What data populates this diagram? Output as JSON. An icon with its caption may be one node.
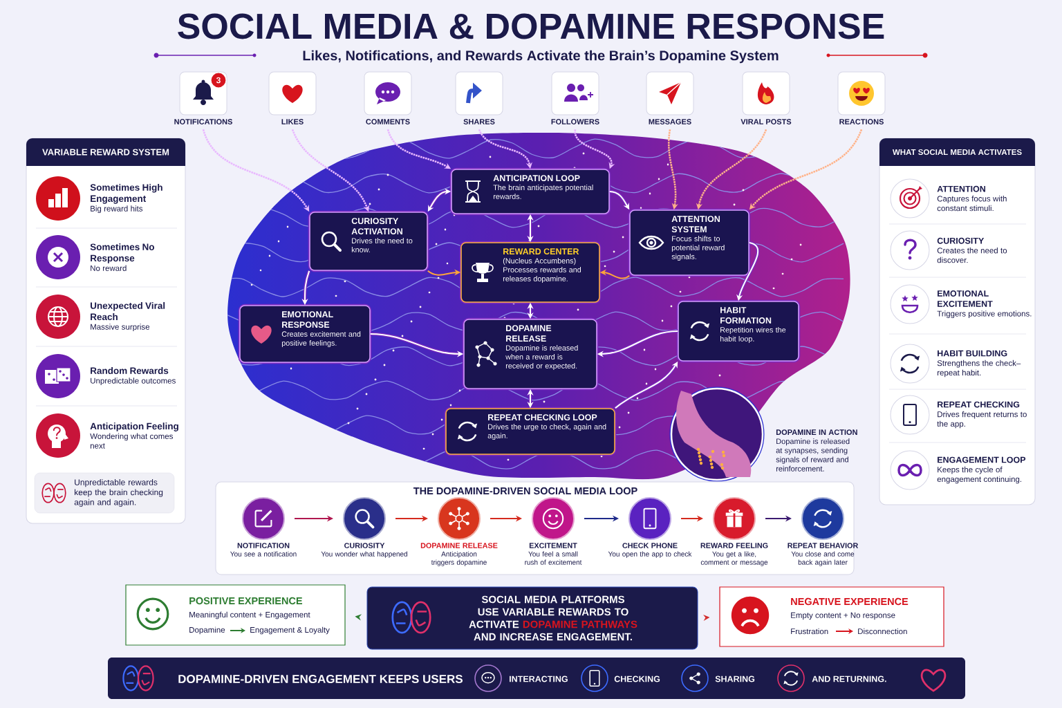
{
  "diagram": {
    "title": "SOCIAL MEDIA & DOPAMINE RESPONSE",
    "nodes": [
      {
        "text": [
          "NOTIFICATIONS"
        ]
      },
      {
        "text": [
          "LIKES"
        ]
      },
      {
        "text": [
          "COMMENTS"
        ]
      },
      {
        "text": [
          "SHARES"
        ]
      },
      {
        "text": [
          "FOLLOWERS"
        ]
      },
      {
        "text": [
          "MESSAGES"
        ]
      },
      {
        "text": [
          "VIRAL POSTS"
        ]
      },
      {
        "text": [
          "REACTIONS"
        ]
      },
      {
        "text": [
          "VARIABLE REWARD SYSTEM"
        ]
      },
      {
        "text": [
          "Sometimes High Engagement",
          "Big reward hits"
        ],
        "in": 8
      },
      {
        "text": [
          "Sometimes No Response",
          "No reward"
        ],
        "in": 8
      },
      {
        "text": [
          "Unexpected Viral Reach",
          "Massive surprise"
        ],
        "in": 8
      },
      {
        "text": [
          "Random Rewards",
          "Unpredictable outcomes"
        ],
        "in": 8
      },
      {
        "text": [
          "Anticipation Feeling",
          "Wondering what comes next"
        ],
        "in": 8
      },
      {
        "text": [
          "Unpredictable rewards keep the brain checking again and again."
        ],
        "in": 8
      },
      {
        "text": [
          "WHAT SOCIAL MEDIA ACTIVATES"
        ]
      },
      {
        "text": [
          "ATTENTION",
          "Captures focus with constant stimuli."
        ],
        "in": 15
      },
      {
        "text": [
          "CURIOSITY",
          "Creates the need to discover."
        ],
        "in": 15
      },
      {
        "text": [
          "EMOTIONAL EXCITEMENT",
          "Triggers positive emotions."
        ],
        "in": 15
      },
      {
        "text": [
          "HABIT BUILDING",
          "Strengthens the check–repeat habit."
        ],
        "in": 15
      },
      {
        "text": [
          "REPEAT CHECKING",
          "Drives frequent returns to the app."
        ],
        "in": 15
      },
      {
        "text": [
          "ENGAGEMENT LOOP",
          "Keeps the cycle of engagement continuing."
        ],
        "in": 15
      },
      {
        "text": [
          "ANTICIPATION LOOP",
          "The brain anticipates potential rewards."
        ]
      },
      {
        "text": [
          "CURIOSITY ACTIVATION",
          "Drives the need to know."
        ]
      },
      {
        "text": [
          "ATTENTION SYSTEM",
          "Focus shifts to potential reward signals."
        ]
      },
      {
        "text": [
          "REWARD CENTER",
          "(Nucleus Accumbens)",
          "Processes rewards and releases dopamine."
        ]
      },
      {
        "text": [
          "EMOTIONAL RESPONSE",
          "Creates excitement and positive feelings."
        ]
      },
      {
        "text": [
          "DOPAMINE RELEASE",
          "Dopamine is released when a reward is received or expected."
        ]
      },
      {
        "text": [
          "HABIT FORMATION",
          "Repetition wires the habit loop."
        ]
      },
      {
        "text": [
          "REPEAT CHECKING LOOP",
          "Drives the urge to check, again and again."
        ]
      },
      {
        "text": [
          "DOPAMINE IN ACTION",
          "Dopamine is released at synapses, sending signals of reward and reinforcement."
        ]
      },
      {
        "text": [
          "THE DOPAMINE-DRIVEN SOCIAL MEDIA LOOP"
        ]
      },
      {
        "text": [
          "NOTIFICATION",
          "You see a notification"
        ],
        "in": 31
      },
      {
        "text": [
          "CURIOSITY",
          "You wonder what happened"
        ],
        "in": 31
      },
      {
        "text": [
          "DOPAMINE RELEASE",
          "Anticipation triggers dopamine"
        ],
        "in": 31
      },
      {
        "text": [
          "EXCITEMENT",
          "You feel a small rush of excitement"
        ],
        "in": 31
      },
      {
        "text": [
          "CHECK PHONE",
          "You open the app to check"
        ],
        "in": 31
      },
      {
        "text": [
          "REWARD FEELING",
          "You get a like, comment or message"
        ],
        "in": 31
      },
      {
        "text": [
          "REPEAT BEHAVIOR",
          "You close and come back again later"
        ],
        "in": 31
      },
      {
        "text": [
          "POSITIVE EXPERIENCE",
          "Meaningful content + Engagement",
          "Dopamine",
          "Engagement & Loyalty"
        ]
      },
      {
        "text": [
          "SOCIAL MEDIA PLATFORMS USE VARIABLE REWARDS TO ACTIVATE",
          "DOPAMINE PATHWAYS",
          "AND INCREASE ENGAGEMENT."
        ]
      },
      {
        "text": [
          "NEGATIVE EXPERIENCE",
          "Empty content + No response",
          "Frustration",
          "Disconnection"
        ]
      },
      {
        "text": [
          "DOPAMINE-DRIVEN ENGAGEMENT KEEPS USERS",
          "INTERACTING",
          "CHECKING",
          "SHARING",
          "AND RETURNING."
        ]
      }
    ],
    "edges": [
      {
        "from": 0,
        "to": 23,
        "arrow": "to",
        "style": "dashed",
        "color": "#e9b8ff"
      },
      {
        "from": 1,
        "to": 23,
        "arrow": "to",
        "style": "dashed",
        "color": "#e9b8ff"
      },
      {
        "from": 2,
        "to": 22,
        "arrow": "to",
        "style": "dashed",
        "color": "#e9b8ff"
      },
      {
        "from": 3,
        "to": 22,
        "arrow": "to",
        "style": "dashed",
        "color": "#e9b8ff"
      },
      {
        "from": 4,
        "to": 22,
        "arrow": "to",
        "style": "dashed",
        "color": "#e9b8ff"
      },
      {
        "from": 5,
        "to": 24,
        "arrow": "to",
        "style": "dashed",
        "color": "#ffb38a"
      },
      {
        "from": 6,
        "to": 24,
        "arrow": "to",
        "style": "dashed",
        "color": "#ffb38a"
      },
      {
        "from": 7,
        "to": 24,
        "arrow": "to",
        "style": "dashed",
        "color": "#ffb38a"
      },
      {
        "from": 22,
        "to": 25,
        "arrow": "both"
      },
      {
        "from": 22,
        "to": 23,
        "arrow": "both"
      },
      {
        "from": 22,
        "to": 24,
        "arrow": "to"
      },
      {
        "from": 23,
        "to": 26,
        "arrow": "to"
      },
      {
        "from": 24,
        "to": 28,
        "arrow": "to"
      },
      {
        "from": 23,
        "to": 25,
        "arrow": "to",
        "color": "#ffa53a"
      },
      {
        "from": 24,
        "to": 25,
        "arrow": "to",
        "color": "#ffa53a"
      },
      {
        "from": 25,
        "to": 27,
        "arrow": "both"
      },
      {
        "from": 27,
        "to": 29,
        "arrow": "both"
      },
      {
        "from": 26,
        "to": 27,
        "arrow": "to"
      },
      {
        "from": 28,
        "to": 27,
        "arrow": "to"
      },
      {
        "from": 29,
        "to": 28,
        "arrow": "to"
      },
      {
        "from": 32,
        "to": 33,
        "arrow": "to",
        "color": "#b0174f"
      },
      {
        "from": 33,
        "to": 34,
        "arrow": "to",
        "color": "#d42a1e"
      },
      {
        "from": 34,
        "to": 35,
        "arrow": "to",
        "color": "#d42a1e"
      },
      {
        "from": 35,
        "to": 36,
        "arrow": "to",
        "color": "#1e2a8a"
      },
      {
        "from": 36,
        "to": 37,
        "arrow": "to",
        "color": "#d42a1e"
      },
      {
        "from": 37,
        "to": 38,
        "arrow": "to",
        "color": "#3b1a70"
      },
      {
        "from": 40,
        "to": 39,
        "arrow": "to",
        "color": "#2e7d32"
      },
      {
        "from": 40,
        "to": 41,
        "arrow": "to",
        "color": "#d32f2f"
      }
    ],
    "labels": [
      "Likes, Notifications, and Rewards Activate the Brain’s Dopamine System",
      "3"
    ]
  }
}
